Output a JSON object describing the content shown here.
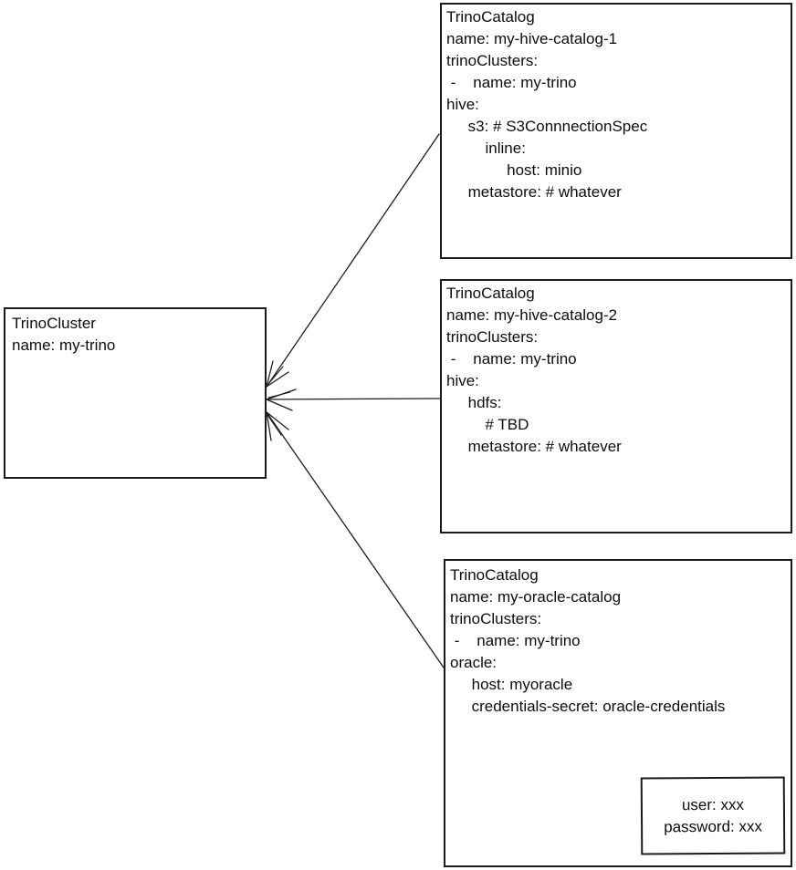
{
  "colors": {
    "background": "#ffffff",
    "stroke": "#1d1d1d",
    "text": "#0d0d0d"
  },
  "cluster": {
    "lines": [
      "TrinoCluster",
      "name: my-trino"
    ]
  },
  "catalogs": [
    {
      "lines": [
        "TrinoCatalog",
        "name: my-hive-catalog-1",
        "trinoClusters:",
        " -    name: my-trino",
        "hive:",
        "     s3: # S3ConnnectionSpec",
        "         inline:",
        "              host: minio",
        "     metastore: # whatever"
      ]
    },
    {
      "lines": [
        "TrinoCatalog",
        "name: my-hive-catalog-2",
        "trinoClusters:",
        " -    name: my-trino",
        "hive:",
        "     hdfs:",
        "         # TBD",
        "     metastore: # whatever"
      ]
    },
    {
      "lines": [
        "TrinoCatalog",
        "name: my-oracle-catalog",
        "trinoClusters:",
        " -    name: my-trino",
        "oracle:",
        "     host: myoracle",
        "     credentials-secret: oracle-credentials"
      ]
    }
  ],
  "credentials": {
    "lines": [
      "user: xxx",
      "password: xxx"
    ]
  }
}
